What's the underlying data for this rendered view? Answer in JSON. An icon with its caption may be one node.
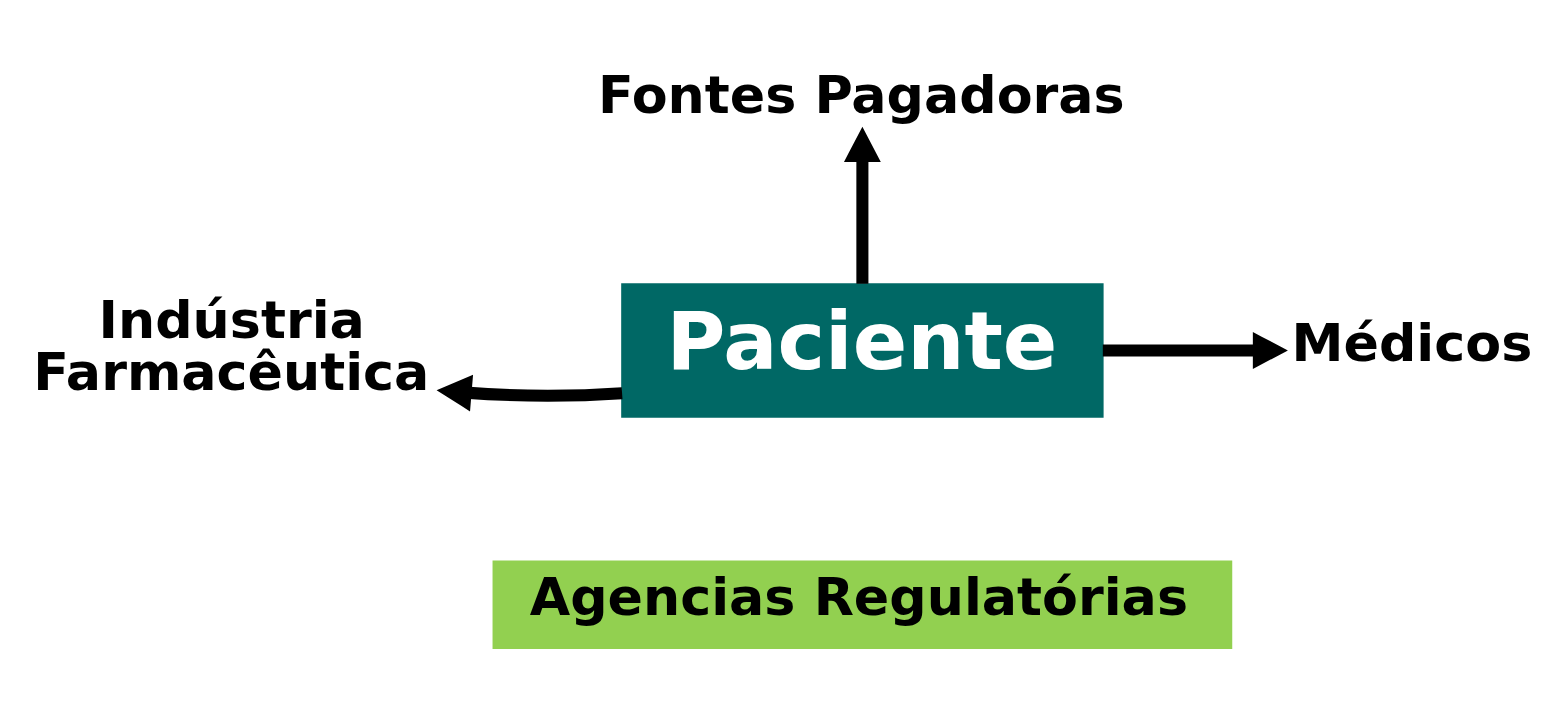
{
  "diagram": {
    "nodes": [
      {
        "text": [
          "Fontes Pagadoras"
        ]
      },
      {
        "text": [
          "Indústria Farmacêutica"
        ]
      },
      {
        "text": [
          "Paciente"
        ]
      },
      {
        "text": [
          "Médicos"
        ]
      },
      {
        "text": [
          "Agencias Regulatórias"
        ]
      }
    ],
    "edges": [
      {
        "from": 2,
        "to": 0,
        "arrow": "to"
      },
      {
        "from": 2,
        "to": 1,
        "arrow": "to"
      },
      {
        "from": 2,
        "to": 3,
        "arrow": "to"
      }
    ]
  }
}
